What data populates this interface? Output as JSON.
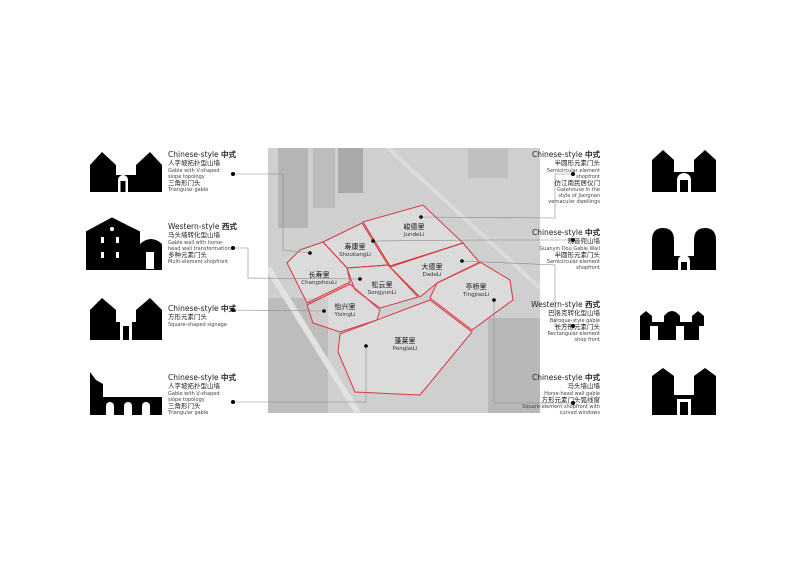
{
  "left_items": [
    {
      "style_zh": "中式",
      "style_en": "Chinese-style",
      "lines": [
        {
          "zh": "人字坡拓扑型山墙"
        },
        {
          "en": "Gable with V-shaped"
        },
        {
          "en": "slope topology"
        },
        {
          "zh": "三角形门头"
        },
        {
          "en": "Triangular gable"
        }
      ]
    },
    {
      "style_zh": "西式",
      "style_en": "Western-style",
      "lines": [
        {
          "zh": "马头墙转化型山墙"
        },
        {
          "en": "Gable wall with horse-"
        },
        {
          "en": "head wall transformation"
        },
        {
          "zh": "多种元素门头"
        },
        {
          "en": "Multi-element shopfront"
        }
      ]
    },
    {
      "style_zh": "中式",
      "style_en": "Chinese-style",
      "lines": [
        {
          "zh": "方形元素门头"
        },
        {
          "en": "Square-shaped signage"
        }
      ]
    },
    {
      "style_zh": "中式",
      "style_en": "Chinese-style",
      "lines": [
        {
          "zh": "人字坡拓扑型山墙"
        },
        {
          "en": "Gable with V-shaped"
        },
        {
          "en": "slope topology"
        },
        {
          "zh": "三角形门头"
        },
        {
          "en": "Triangular gable"
        }
      ]
    }
  ],
  "right_items": [
    {
      "style_zh": "中式",
      "style_en": "Chinese-style",
      "lines": [
        {
          "zh": "半圆形元素门头"
        },
        {
          "en": "Semicircular element"
        },
        {
          "en": "shopfront"
        },
        {
          "zh": "仿江南民居仪门"
        },
        {
          "en": "Gatehouse in the"
        },
        {
          "en": "style of Jiangnan"
        },
        {
          "en": "vernacular dwellings"
        }
      ]
    },
    {
      "style_zh": "中式",
      "style_en": "Chinese-style",
      "lines": [
        {
          "zh": "观音兜山墙"
        },
        {
          "en": "Guanyin Dou Gable Wall"
        },
        {
          "zh": "半圆形元素门头"
        },
        {
          "en": "Semicircular element"
        },
        {
          "en": "shopfront"
        }
      ]
    },
    {
      "style_zh": "西式",
      "style_en": "Western-style",
      "lines": [
        {
          "zh": "巴洛克转化型山墙"
        },
        {
          "en": "Baroque-style gable"
        },
        {
          "zh": "长方形元素门头"
        },
        {
          "en": "Rectangular element"
        },
        {
          "en": "shop front"
        }
      ]
    },
    {
      "style_zh": "中式",
      "style_en": "Chinese-style",
      "lines": [
        {
          "zh": "马头墙山墙"
        },
        {
          "en": "Horse-head wall gable"
        },
        {
          "zh": "方形元素门头弧线窗"
        },
        {
          "en": "Square-element shopfront with"
        },
        {
          "en": "curved windows"
        }
      ]
    }
  ],
  "map_labels": [
    {
      "zh": "峻德里",
      "en": "JundeLi"
    },
    {
      "zh": "寿康里",
      "en": "ShoukangLi"
    },
    {
      "zh": "长寿里",
      "en": "ChangshouLi"
    },
    {
      "zh": "松云里",
      "en": "SongyunLi"
    },
    {
      "zh": "大德里",
      "en": "DadeLi"
    },
    {
      "zh": "亭桥里",
      "en": "TingjiaoLi"
    },
    {
      "zh": "怡兴里",
      "en": "YixingLi"
    },
    {
      "zh": "蓬莱里",
      "en": "PenglaiLi"
    }
  ],
  "colors": {
    "boundary": "#d9363e",
    "ink": "#000000",
    "map_bg": "#c9c9c9"
  }
}
